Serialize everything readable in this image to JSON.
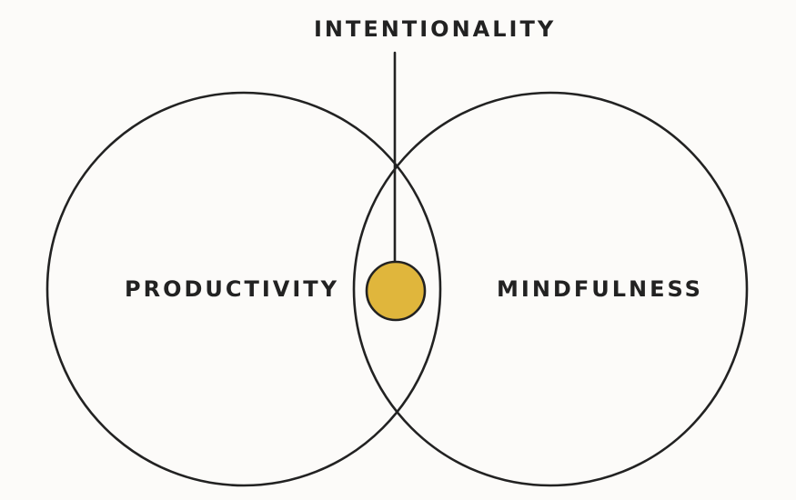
{
  "diagram": {
    "center_label": "INTENTIONALITY",
    "left_circle_label": "PRODUCTIVITY",
    "right_circle_label": "MINDFULNESS"
  },
  "colors": {
    "background": "#fcfbf9",
    "stroke": "#222222",
    "intersection_dot": "#e0b63c"
  }
}
